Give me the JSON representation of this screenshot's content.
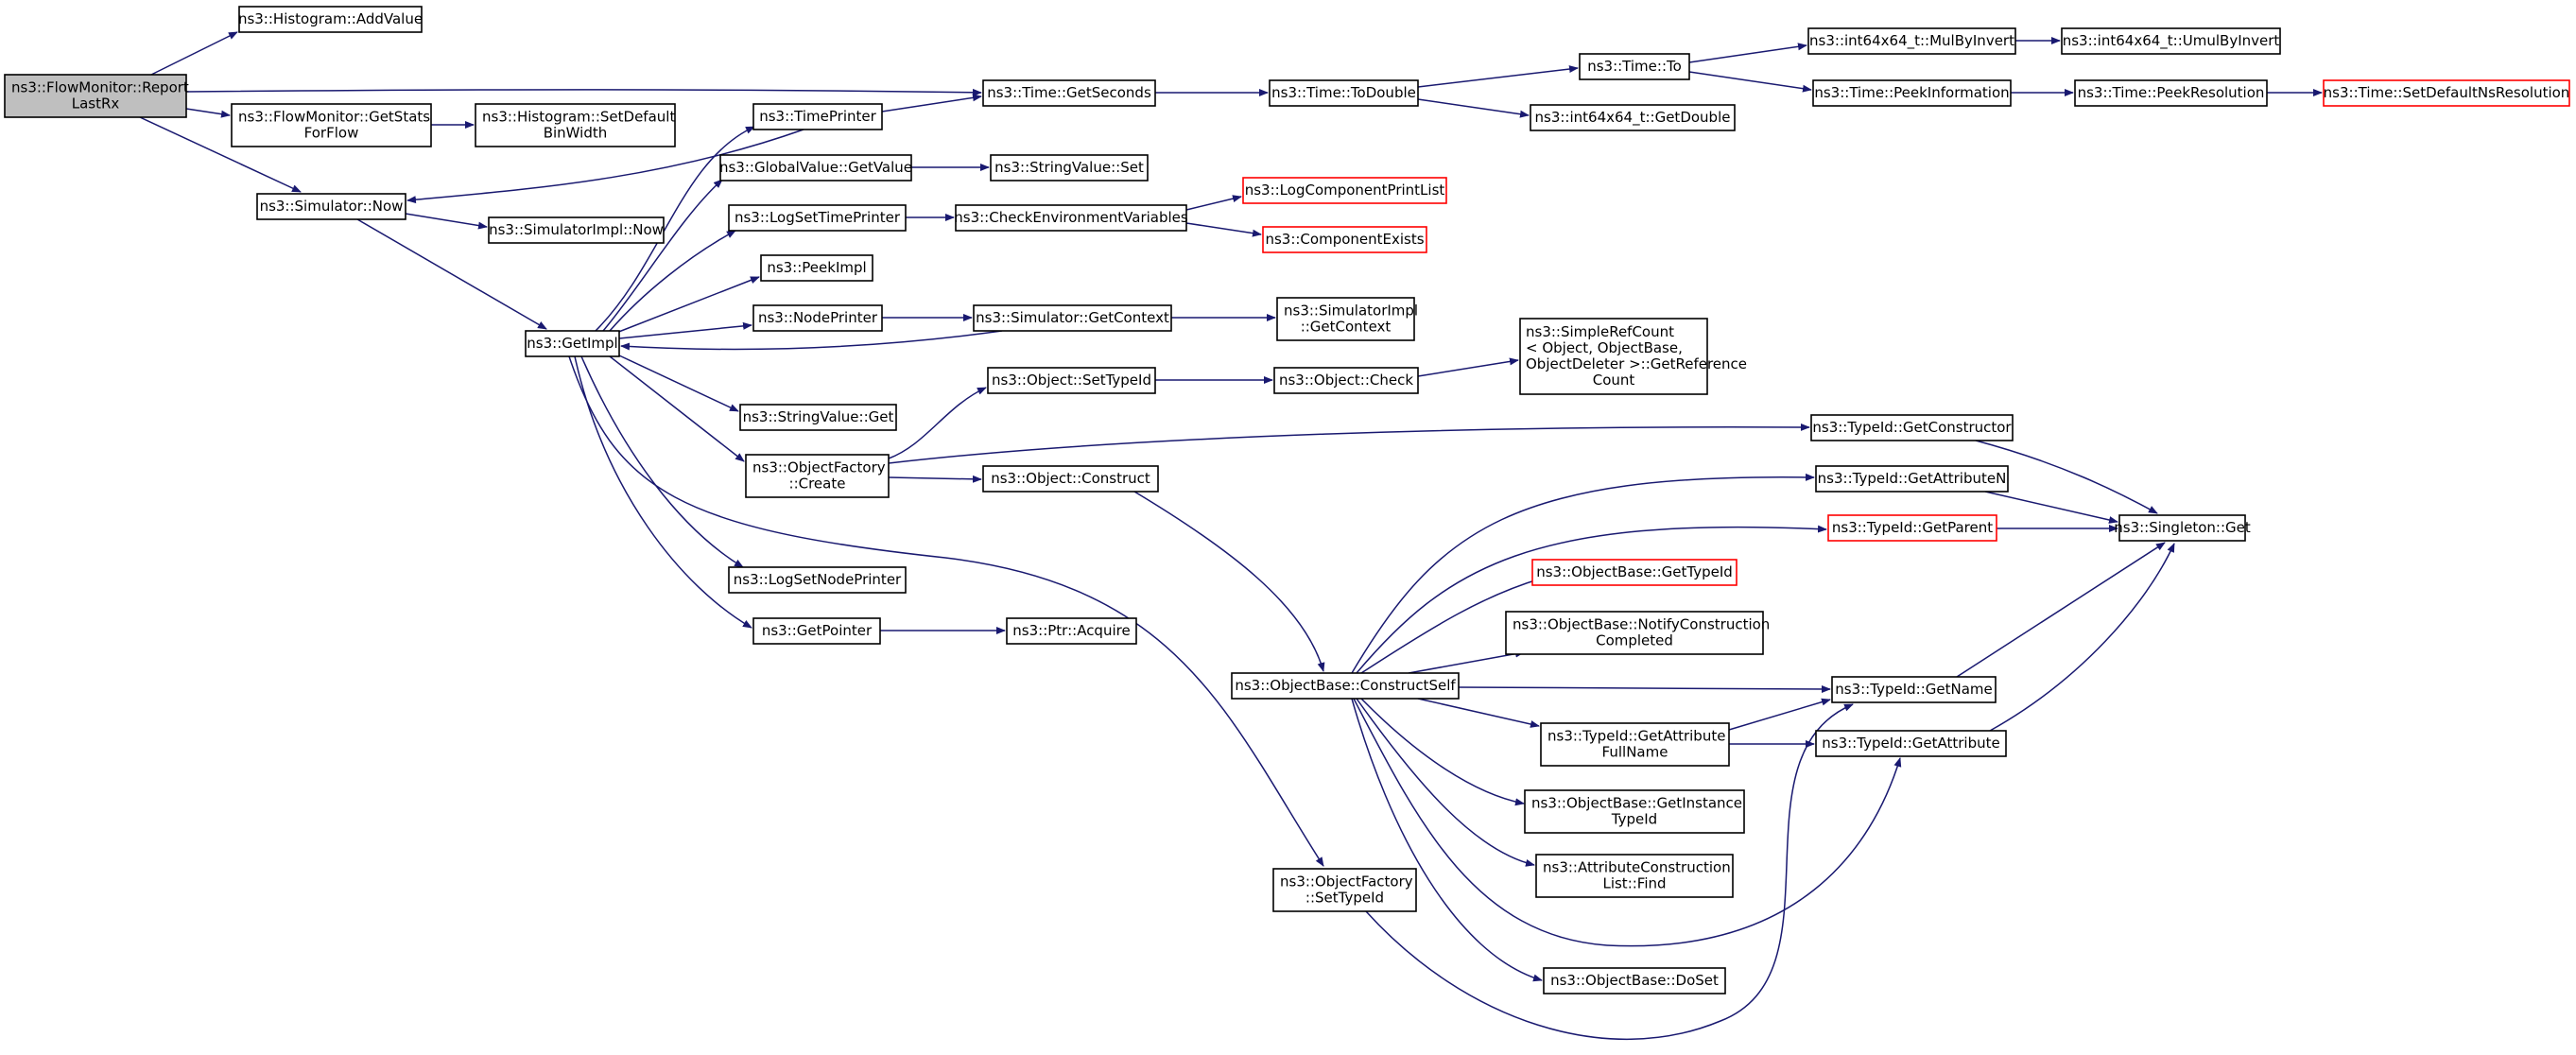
{
  "diagram": {
    "nodes": [
      {
        "id": "flowmonitor_report_lastrx",
        "lines": [
          "ns3::FlowMonitor::Report",
          "LastRx"
        ],
        "style": "root"
      },
      {
        "id": "histogram_addvalue",
        "lines": [
          "ns3::Histogram::AddValue"
        ],
        "style": "normal"
      },
      {
        "id": "flowmonitor_getstatsforflow",
        "lines": [
          "ns3::FlowMonitor::GetStats",
          "ForFlow"
        ],
        "style": "normal"
      },
      {
        "id": "histogram_setdefaultbinwidth",
        "lines": [
          "ns3::Histogram::SetDefault",
          "BinWidth"
        ],
        "style": "normal"
      },
      {
        "id": "simulator_now",
        "lines": [
          "ns3::Simulator::Now"
        ],
        "style": "normal"
      },
      {
        "id": "simulatorimpl_now",
        "lines": [
          "ns3::SimulatorImpl::Now"
        ],
        "style": "normal"
      },
      {
        "id": "getimpl",
        "lines": [
          "ns3::GetImpl"
        ],
        "style": "normal"
      },
      {
        "id": "timeprinter",
        "lines": [
          "ns3::TimePrinter"
        ],
        "style": "normal"
      },
      {
        "id": "globalvalue_getvalue",
        "lines": [
          "ns3::GlobalValue::GetValue"
        ],
        "style": "normal"
      },
      {
        "id": "logsettimeprinter",
        "lines": [
          "ns3::LogSetTimePrinter"
        ],
        "style": "normal"
      },
      {
        "id": "peekimpl",
        "lines": [
          "ns3::PeekImpl"
        ],
        "style": "normal"
      },
      {
        "id": "nodeprinter",
        "lines": [
          "ns3::NodePrinter"
        ],
        "style": "normal"
      },
      {
        "id": "stringvalue_get",
        "lines": [
          "ns3::StringValue::Get"
        ],
        "style": "normal"
      },
      {
        "id": "objectfactory_create",
        "lines": [
          "ns3::ObjectFactory",
          "::Create"
        ],
        "style": "normal"
      },
      {
        "id": "logsetnodeprinter",
        "lines": [
          "ns3::LogSetNodePrinter"
        ],
        "style": "normal"
      },
      {
        "id": "getpointer",
        "lines": [
          "ns3::GetPointer"
        ],
        "style": "normal"
      },
      {
        "id": "time_getseconds",
        "lines": [
          "ns3::Time::GetSeconds"
        ],
        "style": "normal"
      },
      {
        "id": "stringvalue_set",
        "lines": [
          "ns3::StringValue::Set"
        ],
        "style": "normal"
      },
      {
        "id": "checkenvironmentvariables",
        "lines": [
          "ns3::CheckEnvironmentVariables"
        ],
        "style": "normal"
      },
      {
        "id": "simulator_getcontext",
        "lines": [
          "ns3::Simulator::GetContext"
        ],
        "style": "normal"
      },
      {
        "id": "object_settypeid",
        "lines": [
          "ns3::Object::SetTypeId"
        ],
        "style": "normal"
      },
      {
        "id": "object_construct",
        "lines": [
          "ns3::Object::Construct"
        ],
        "style": "normal"
      },
      {
        "id": "ptr_acquire",
        "lines": [
          "ns3::Ptr::Acquire"
        ],
        "style": "normal"
      },
      {
        "id": "logcomponentprintlist",
        "lines": [
          "ns3::LogComponentPrintList"
        ],
        "style": "truncated"
      },
      {
        "id": "componentexists",
        "lines": [
          "ns3::ComponentExists"
        ],
        "style": "truncated"
      },
      {
        "id": "time_todouble",
        "lines": [
          "ns3::Time::ToDouble"
        ],
        "style": "normal"
      },
      {
        "id": "simulatorimpl_getcontext",
        "lines": [
          "ns3::SimulatorImpl",
          "::GetContext"
        ],
        "style": "normal"
      },
      {
        "id": "object_check",
        "lines": [
          "ns3::Object::Check"
        ],
        "style": "normal"
      },
      {
        "id": "objectbase_constructself",
        "lines": [
          "ns3::ObjectBase::ConstructSelf"
        ],
        "style": "normal"
      },
      {
        "id": "objectfactory_settypeid",
        "lines": [
          "ns3::ObjectFactory",
          "::SetTypeId"
        ],
        "style": "normal"
      },
      {
        "id": "time_to",
        "lines": [
          "ns3::Time::To"
        ],
        "style": "normal"
      },
      {
        "id": "int64x64_getdouble",
        "lines": [
          "ns3::int64x64_t::GetDouble"
        ],
        "style": "normal"
      },
      {
        "id": "simplerefcount_getreferencecount",
        "lines": [
          "ns3::SimpleRefCount",
          "< Object, ObjectBase,",
          " ObjectDeleter >::GetReference",
          "Count"
        ],
        "style": "normal"
      },
      {
        "id": "objectbase_gettypeid",
        "lines": [
          "ns3::ObjectBase::GetTypeId"
        ],
        "style": "truncated"
      },
      {
        "id": "objectbase_notifyconstructioncompleted",
        "lines": [
          "ns3::ObjectBase::NotifyConstruction",
          "Completed"
        ],
        "style": "normal"
      },
      {
        "id": "typeid_getattributefullname",
        "lines": [
          "ns3::TypeId::GetAttribute",
          "FullName"
        ],
        "style": "normal"
      },
      {
        "id": "objectbase_getinstancetypeid",
        "lines": [
          "ns3::ObjectBase::GetInstance",
          "TypeId"
        ],
        "style": "normal"
      },
      {
        "id": "attributeconstructionlist_find",
        "lines": [
          "ns3::AttributeConstruction",
          "List::Find"
        ],
        "style": "normal"
      },
      {
        "id": "objectbase_doset",
        "lines": [
          "ns3::ObjectBase::DoSet"
        ],
        "style": "normal"
      },
      {
        "id": "int64x64_mulbyinvert",
        "lines": [
          "ns3::int64x64_t::MulByInvert"
        ],
        "style": "normal"
      },
      {
        "id": "time_peekinformation",
        "lines": [
          "ns3::Time::PeekInformation"
        ],
        "style": "normal"
      },
      {
        "id": "typeid_getconstructor",
        "lines": [
          "ns3::TypeId::GetConstructor"
        ],
        "style": "normal"
      },
      {
        "id": "typeid_getattributen",
        "lines": [
          "ns3::TypeId::GetAttributeN"
        ],
        "style": "normal"
      },
      {
        "id": "typeid_getparent",
        "lines": [
          "ns3::TypeId::GetParent"
        ],
        "style": "truncated"
      },
      {
        "id": "typeid_getname",
        "lines": [
          "ns3::TypeId::GetName"
        ],
        "style": "normal"
      },
      {
        "id": "typeid_getattribute",
        "lines": [
          "ns3::TypeId::GetAttribute"
        ],
        "style": "normal"
      },
      {
        "id": "int64x64_umulbyinvert",
        "lines": [
          "ns3::int64x64_t::UmulByInvert"
        ],
        "style": "normal"
      },
      {
        "id": "time_peekresolution",
        "lines": [
          "ns3::Time::PeekResolution"
        ],
        "style": "normal"
      },
      {
        "id": "singleton_get",
        "lines": [
          "ns3::Singleton::Get"
        ],
        "style": "normal"
      },
      {
        "id": "time_setdefaultnsresolution",
        "lines": [
          "ns3::Time::SetDefaultNsResolution"
        ],
        "style": "truncated"
      }
    ],
    "edges": [
      {
        "from": "flowmonitor_report_lastrx",
        "to": "histogram_addvalue"
      },
      {
        "from": "flowmonitor_report_lastrx",
        "to": "time_getseconds"
      },
      {
        "from": "flowmonitor_report_lastrx",
        "to": "flowmonitor_getstatsforflow"
      },
      {
        "from": "flowmonitor_report_lastrx",
        "to": "simulator_now"
      },
      {
        "from": "flowmonitor_getstatsforflow",
        "to": "histogram_setdefaultbinwidth"
      },
      {
        "from": "simulator_now",
        "to": "simulatorimpl_now"
      },
      {
        "from": "simulator_now",
        "to": "getimpl"
      },
      {
        "from": "getimpl",
        "to": "timeprinter"
      },
      {
        "from": "getimpl",
        "to": "globalvalue_getvalue"
      },
      {
        "from": "getimpl",
        "to": "logsettimeprinter"
      },
      {
        "from": "getimpl",
        "to": "peekimpl"
      },
      {
        "from": "getimpl",
        "to": "nodeprinter"
      },
      {
        "from": "getimpl",
        "to": "stringvalue_get"
      },
      {
        "from": "getimpl",
        "to": "objectfactory_create"
      },
      {
        "from": "getimpl",
        "to": "logsetnodeprinter"
      },
      {
        "from": "getimpl",
        "to": "getpointer"
      },
      {
        "from": "getimpl",
        "to": "objectfactory_settypeid"
      },
      {
        "from": "timeprinter",
        "to": "simulator_now"
      },
      {
        "from": "timeprinter",
        "to": "time_getseconds"
      },
      {
        "from": "globalvalue_getvalue",
        "to": "stringvalue_set"
      },
      {
        "from": "logsettimeprinter",
        "to": "checkenvironmentvariables"
      },
      {
        "from": "checkenvironmentvariables",
        "to": "logcomponentprintlist"
      },
      {
        "from": "checkenvironmentvariables",
        "to": "componentexists"
      },
      {
        "from": "nodeprinter",
        "to": "simulator_getcontext"
      },
      {
        "from": "simulator_getcontext",
        "to": "getimpl"
      },
      {
        "from": "simulator_getcontext",
        "to": "simulatorimpl_getcontext"
      },
      {
        "from": "objectfactory_create",
        "to": "object_settypeid"
      },
      {
        "from": "objectfactory_create",
        "to": "object_construct"
      },
      {
        "from": "objectfactory_create",
        "to": "typeid_getconstructor"
      },
      {
        "from": "object_settypeid",
        "to": "object_check"
      },
      {
        "from": "object_check",
        "to": "simplerefcount_getreferencecount"
      },
      {
        "from": "object_construct",
        "to": "objectbase_constructself"
      },
      {
        "from": "getpointer",
        "to": "ptr_acquire"
      },
      {
        "from": "time_getseconds",
        "to": "time_todouble"
      },
      {
        "from": "time_todouble",
        "to": "time_to"
      },
      {
        "from": "time_todouble",
        "to": "int64x64_getdouble"
      },
      {
        "from": "time_to",
        "to": "int64x64_mulbyinvert"
      },
      {
        "from": "time_to",
        "to": "time_peekinformation"
      },
      {
        "from": "int64x64_mulbyinvert",
        "to": "int64x64_umulbyinvert"
      },
      {
        "from": "time_peekinformation",
        "to": "time_peekresolution"
      },
      {
        "from": "time_peekresolution",
        "to": "time_setdefaultnsresolution"
      },
      {
        "from": "objectbase_constructself",
        "to": "typeid_getattributen"
      },
      {
        "from": "objectbase_constructself",
        "to": "typeid_getparent"
      },
      {
        "from": "objectbase_constructself",
        "to": "objectbase_gettypeid"
      },
      {
        "from": "objectbase_constructself",
        "to": "objectbase_notifyconstructioncompleted"
      },
      {
        "from": "objectbase_constructself",
        "to": "typeid_getname"
      },
      {
        "from": "objectbase_constructself",
        "to": "typeid_getattributefullname"
      },
      {
        "from": "objectbase_constructself",
        "to": "objectbase_getinstancetypeid"
      },
      {
        "from": "objectbase_constructself",
        "to": "attributeconstructionlist_find"
      },
      {
        "from": "objectbase_constructself",
        "to": "typeid_getattribute"
      },
      {
        "from": "objectbase_constructself",
        "to": "objectbase_doset"
      },
      {
        "from": "typeid_getattributefullname",
        "to": "typeid_getname"
      },
      {
        "from": "typeid_getattributefullname",
        "to": "typeid_getattribute"
      },
      {
        "from": "objectfactory_settypeid",
        "to": "typeid_getname"
      },
      {
        "from": "typeid_getconstructor",
        "to": "singleton_get"
      },
      {
        "from": "typeid_getattributen",
        "to": "singleton_get"
      },
      {
        "from": "typeid_getparent",
        "to": "singleton_get"
      },
      {
        "from": "typeid_getname",
        "to": "singleton_get"
      },
      {
        "from": "typeid_getattribute",
        "to": "singleton_get"
      }
    ]
  },
  "colors": {
    "edge": "#191970",
    "root_fill": "#bfbfbf",
    "truncated_border": "#ff0000"
  }
}
